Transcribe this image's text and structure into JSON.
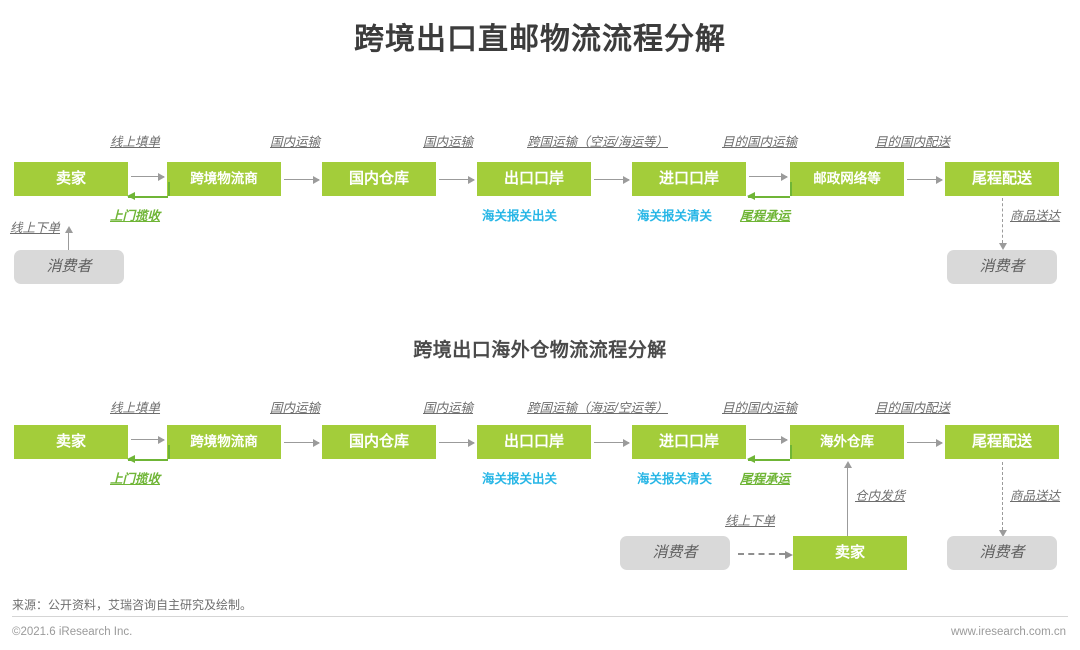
{
  "main_title": "跨境出口直邮物流流程分解",
  "sub_title": "跨境出口海外仓物流流程分解",
  "colors": {
    "node_green": "#a3cd3a",
    "node_grey": "#d9d9d9",
    "label_grey": "#6d6d6d",
    "label_green": "#6fb536",
    "label_cyan": "#27b6e6",
    "arrow_grey": "#9b9b9b"
  },
  "flow1": {
    "nodes": [
      {
        "label": "卖家",
        "type": "green"
      },
      {
        "label": "跨境物流商",
        "type": "green"
      },
      {
        "label": "国内仓库",
        "type": "green"
      },
      {
        "label": "出口口岸",
        "type": "green"
      },
      {
        "label": "进口口岸",
        "type": "green"
      },
      {
        "label": "邮政网络等",
        "type": "green"
      },
      {
        "label": "尾程配送",
        "type": "green"
      }
    ],
    "top_labels": [
      "线上填单",
      "国内运输",
      "国内运输",
      "跨国运输（空运/海运等）",
      "目的国内运输",
      "目的国内配送"
    ],
    "return_label": "上门揽收",
    "order_label": "线上下单",
    "consumer_left": "消费者",
    "consumer_right": "消费者",
    "delivered_label": "商品送达",
    "customs_export": "海关报关出关",
    "customs_import": "海关报关清关",
    "last_mile_label": "尾程承运"
  },
  "flow2": {
    "nodes": [
      {
        "label": "卖家",
        "type": "green"
      },
      {
        "label": "跨境物流商",
        "type": "green"
      },
      {
        "label": "国内仓库",
        "type": "green"
      },
      {
        "label": "出口口岸",
        "type": "green"
      },
      {
        "label": "进口口岸",
        "type": "green"
      },
      {
        "label": "海外仓库",
        "type": "green"
      },
      {
        "label": "尾程配送",
        "type": "green"
      }
    ],
    "top_labels": [
      "线上填单",
      "国内运输",
      "国内运输",
      "跨国运输（海运/空运等）",
      "目的国内运输",
      "目的国内配送"
    ],
    "return_label": "上门揽收",
    "customs_export": "海关报关出关",
    "customs_import": "海关报关清关",
    "last_mile_label": "尾程承运",
    "warehouse_ship_label": "仓内发货",
    "order_label": "线上下单",
    "consumer_bottom": "消费者",
    "seller_bottom": "卖家",
    "consumer_right": "消费者",
    "delivered_label": "商品送达"
  },
  "footer": {
    "source": "来源：公开资料，艾瑞咨询自主研究及绘制。",
    "copyright": "©2021.6 iResearch Inc.",
    "website": "www.iresearch.com.cn"
  }
}
